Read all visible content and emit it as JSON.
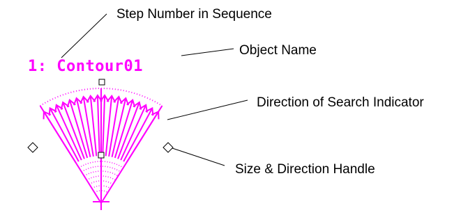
{
  "object_label": "1: Contour01",
  "annotations": {
    "step_number": "Step Number in Sequence",
    "object_name": "Object Name",
    "direction_indicator": "Direction of Search Indicator",
    "size_handle": "Size & Direction Handle"
  },
  "colors": {
    "tool": "#ff00ff",
    "leader": "#000000",
    "handle_fill": "#ffffff",
    "handle_stroke": "#000000"
  },
  "icons": {
    "handle": "diamond-handle-icon",
    "center_handle": "square-handle-icon"
  }
}
